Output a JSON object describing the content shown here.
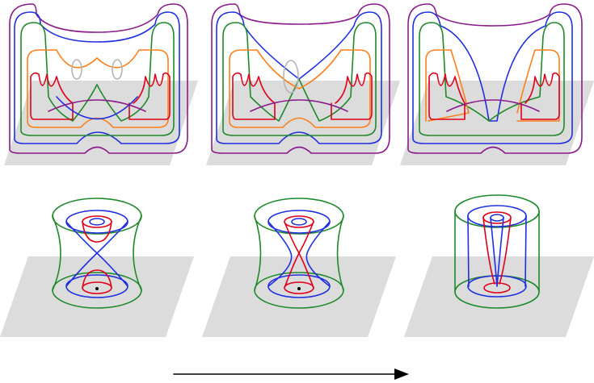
{
  "figure": {
    "colors": {
      "plane": "#dcdcdc",
      "purple": "#8b1a8b",
      "blue": "#1f2fe0",
      "green": "#1e8a2a",
      "orange": "#ff7f1a",
      "red": "#e0001a",
      "gray_curve": "#b5b5b5",
      "arrow": "#000000",
      "dot": "#000000"
    },
    "top_row": [
      {
        "name": "surface-stage-1",
        "curve_families": [
          "purple",
          "blue",
          "green",
          "orange",
          "red"
        ],
        "center_crossing": "open"
      },
      {
        "name": "surface-stage-2",
        "curve_families": [
          "purple",
          "blue",
          "green",
          "orange",
          "red"
        ],
        "center_crossing": "crossed"
      },
      {
        "name": "surface-stage-3",
        "curve_families": [
          "purple",
          "blue",
          "green",
          "orange",
          "red"
        ],
        "center_crossing": "pinched"
      }
    ],
    "bottom_row": [
      {
        "name": "cylinder-stage-1",
        "curve_families": [
          "green",
          "blue",
          "red"
        ],
        "neck": "hourglass"
      },
      {
        "name": "cylinder-stage-2",
        "curve_families": [
          "green",
          "blue",
          "red"
        ],
        "neck": "crossing"
      },
      {
        "name": "cylinder-stage-3",
        "curve_families": [
          "green",
          "blue",
          "red"
        ],
        "neck": "straight"
      }
    ],
    "arrow_direction": "right"
  }
}
